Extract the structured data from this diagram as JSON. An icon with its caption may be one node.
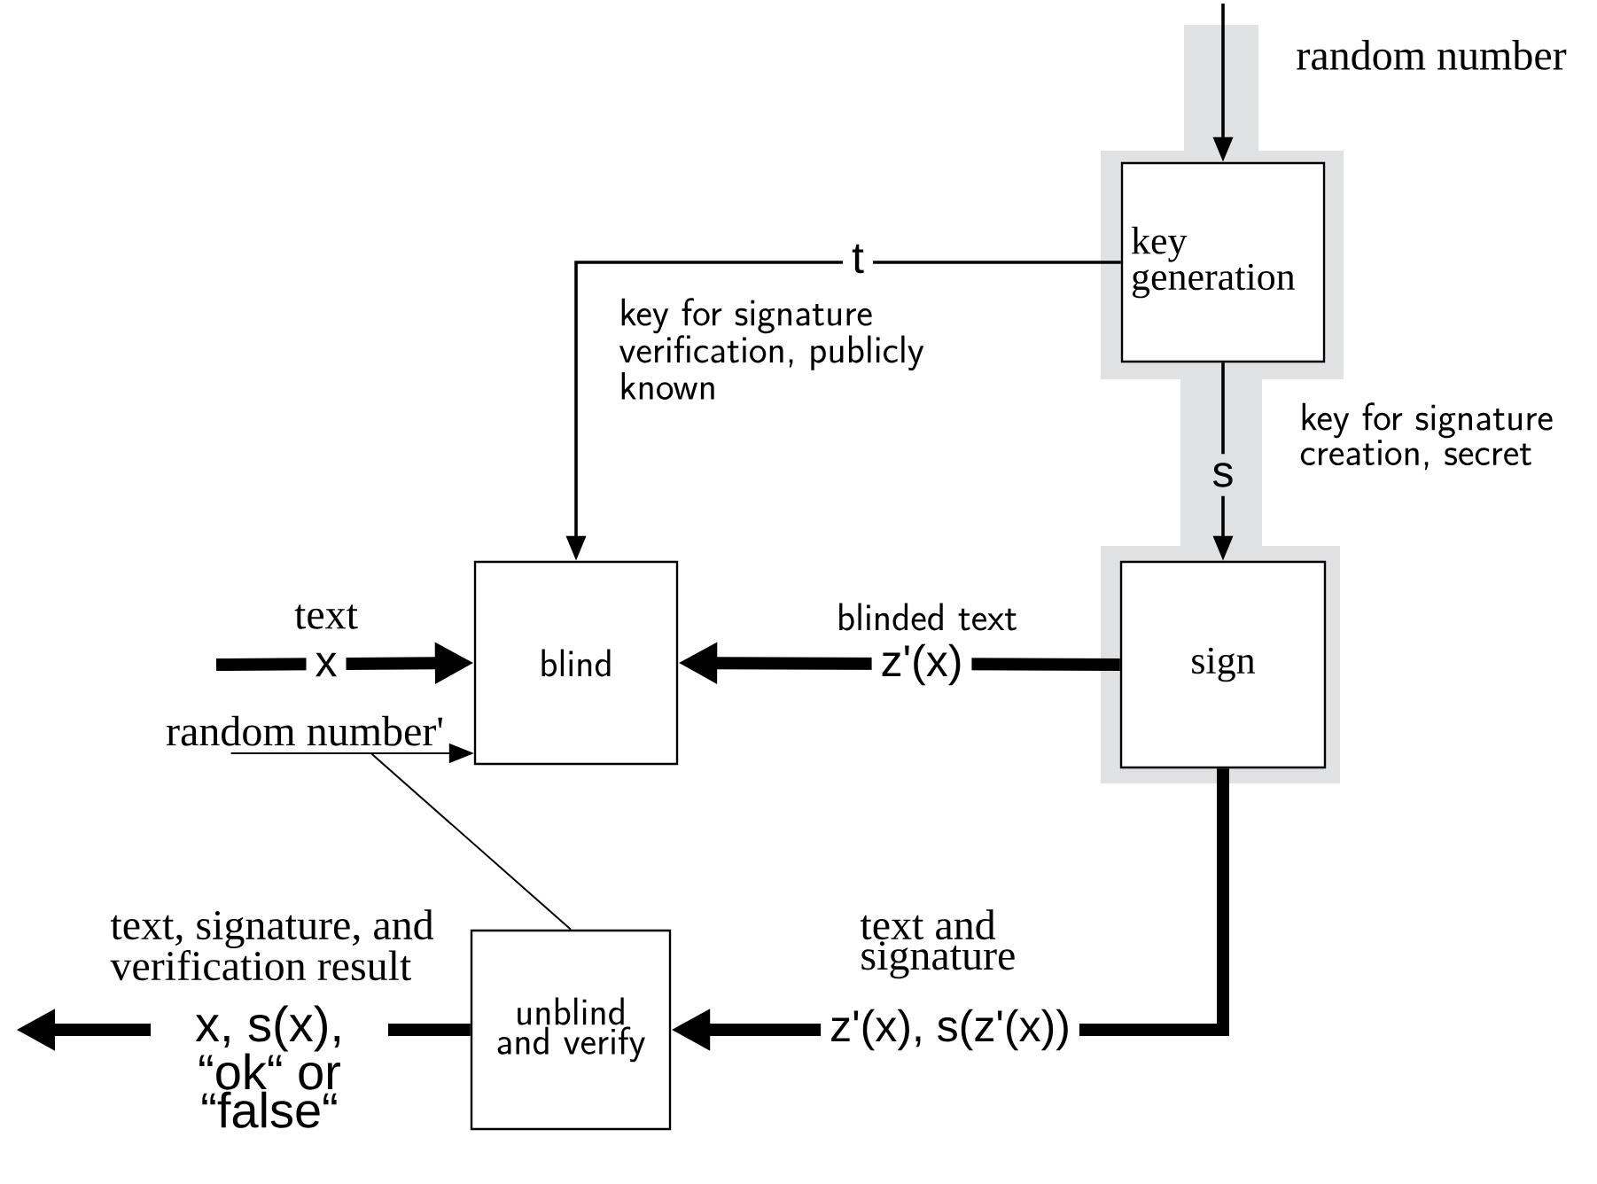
{
  "diagram": {
    "nodes": [
      {
        "text": [
          "key generation"
        ]
      },
      {
        "text": [
          "sign"
        ]
      },
      {
        "text": [
          "blind"
        ]
      },
      {
        "text": [
          "unblind and verify"
        ]
      },
      {
        "text": [
          "random number'"
        ]
      }
    ],
    "edges": [
      {
        "from": null,
        "to": 0,
        "arrow": "to"
      },
      {
        "from": 0,
        "to": 2,
        "arrow": "to",
        "label": "t"
      },
      {
        "from": 0,
        "to": 1,
        "arrow": "to",
        "label": "s"
      },
      {
        "from": null,
        "to": 2,
        "arrow": "to",
        "label": "x",
        "style": "thick"
      },
      {
        "from": 1,
        "to": 2,
        "arrow": "to",
        "label": "z'(x)",
        "style": "thick"
      },
      {
        "from": 4,
        "to": 2,
        "arrow": "to"
      },
      {
        "from": 1,
        "to": 3,
        "arrow": "to",
        "label": "z'(x), s(z'(x))",
        "style": "thick"
      },
      {
        "from": 3,
        "to": null,
        "arrow": "to",
        "label": "x, s(x), “ok“ or “false“",
        "style": "thick"
      },
      {
        "from": 3,
        "to": 4,
        "arrow": "none"
      }
    ],
    "labels": [
      "random number",
      "key for signature verification, publicly known",
      "key for signature creation, secret",
      "text",
      "blinded text",
      "text, signature, and verification result",
      "text and signature"
    ]
  }
}
